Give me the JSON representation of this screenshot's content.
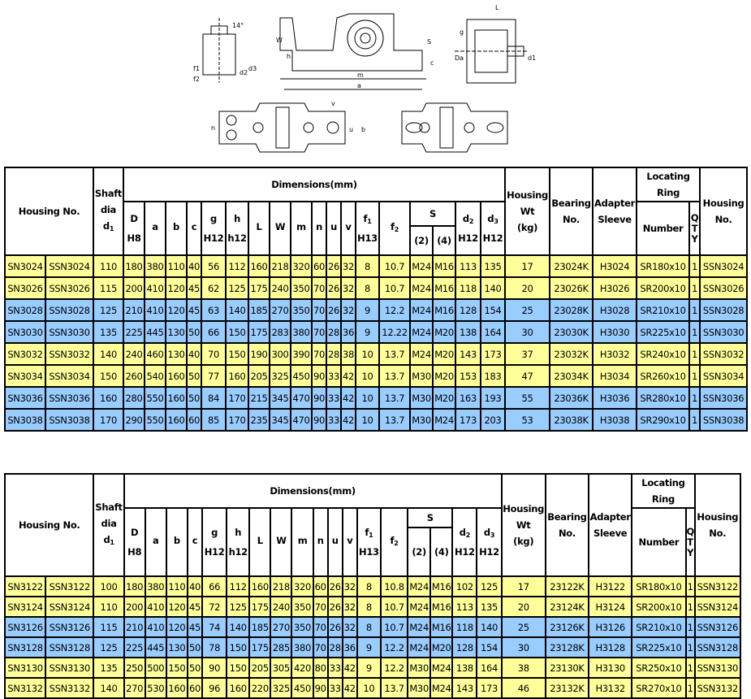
{
  "colors": {
    "yellow": "#ffff99",
    "blue": "#99ccff"
  },
  "drawing_labels": [
    "L",
    "W",
    "h",
    "m",
    "a",
    "S",
    "g",
    "c",
    "Da",
    "d1",
    "d2",
    "d3",
    "f1",
    "f2",
    "n",
    "u",
    "v",
    "b",
    "14°"
  ],
  "headers": {
    "housing_no_t1": "Housing No.",
    "housing_no_t2": "Housing No.",
    "shaft": [
      "Shaft",
      "dia",
      "d",
      "1"
    ],
    "dimensions": "Dimensions(mm)",
    "dim_cols": [
      {
        "m": "D",
        "s": "",
        "l": "H8"
      },
      {
        "m": "a",
        "s": "",
        "l": ""
      },
      {
        "m": "b",
        "s": "",
        "l": ""
      },
      {
        "m": "c",
        "s": "",
        "l": ""
      },
      {
        "m": "g",
        "s": "",
        "l": "H12"
      },
      {
        "m": "h",
        "s": "",
        "l": "h12"
      },
      {
        "m": "L",
        "s": "",
        "l": ""
      },
      {
        "m": "W",
        "s": "",
        "l": ""
      },
      {
        "m": "m",
        "s": "",
        "l": ""
      },
      {
        "m": "n",
        "s": "",
        "l": ""
      },
      {
        "m": "u",
        "s": "",
        "l": ""
      },
      {
        "m": "v",
        "s": "",
        "l": ""
      },
      {
        "m": "f",
        "s": "1",
        "l": "H13"
      },
      {
        "m": "f",
        "s": "2",
        "l": ""
      }
    ],
    "s": "S",
    "s2": "(2)",
    "s4": "(4)",
    "d2": {
      "m": "d",
      "s": "2",
      "l": "H12"
    },
    "d3": {
      "m": "d",
      "s": "3",
      "l": "H12"
    },
    "weight": [
      "Housing",
      "Wt",
      "(kg)"
    ],
    "bearing": [
      "Bearing",
      "No."
    ],
    "adapter": [
      "Adapter",
      "Sleeve"
    ],
    "locating_ring": [
      "Locating",
      "Ring"
    ],
    "number": "Number",
    "qty": [
      "Q",
      "T",
      "Y"
    ],
    "housing_last": [
      "Housing",
      "No."
    ]
  },
  "tables": [
    {
      "rows": [
        {
          "color": "yellow",
          "cells": [
            "SN3024",
            "SSN3024",
            "110",
            "180",
            "380",
            "110",
            "40",
            "56",
            "112",
            "160",
            "218",
            "320",
            "60",
            "26",
            "32",
            "8",
            "10.7",
            "M24",
            "M16",
            "113",
            "135",
            "17",
            "23024K",
            "H3024",
            "SR180x10",
            "1",
            "SSN3024"
          ]
        },
        {
          "color": "yellow",
          "cells": [
            "SN3026",
            "SSN3026",
            "115",
            "200",
            "410",
            "120",
            "45",
            "62",
            "125",
            "175",
            "240",
            "350",
            "70",
            "26",
            "32",
            "8",
            "10.7",
            "M24",
            "M16",
            "118",
            "140",
            "20",
            "23026K",
            "H3026",
            "SR200x10",
            "1",
            "SSN3026"
          ]
        },
        {
          "color": "blue",
          "cells": [
            "SN3028",
            "SSN3028",
            "125",
            "210",
            "410",
            "120",
            "45",
            "63",
            "140",
            "185",
            "270",
            "350",
            "70",
            "26",
            "32",
            "9",
            "12.2",
            "M24",
            "M16",
            "128",
            "154",
            "25",
            "23028K",
            "H3028",
            "SR210x10",
            "1",
            "SSN3028"
          ]
        },
        {
          "color": "blue",
          "cells": [
            "SN3030",
            "SSN3030",
            "135",
            "225",
            "445",
            "130",
            "50",
            "66",
            "150",
            "175",
            "283",
            "380",
            "70",
            "28",
            "36",
            "9",
            "12.22",
            "M24",
            "M20",
            "138",
            "164",
            "30",
            "23030K",
            "H3030",
            "SR225x10",
            "1",
            "SSN3030"
          ]
        },
        {
          "color": "yellow",
          "cells": [
            "SN3032",
            "SSN3032",
            "140",
            "240",
            "460",
            "130",
            "40",
            "70",
            "150",
            "190",
            "300",
            "390",
            "70",
            "28",
            "38",
            "10",
            "13.7",
            "M24",
            "M20",
            "143",
            "173",
            "37",
            "23032K",
            "H3032",
            "SR240x10",
            "1",
            "SSN3032"
          ]
        },
        {
          "color": "yellow",
          "cells": [
            "SN3034",
            "SSN3034",
            "150",
            "260",
            "540",
            "160",
            "50",
            "77",
            "160",
            "205",
            "325",
            "450",
            "90",
            "33",
            "42",
            "10",
            "13.7",
            "M30",
            "M20",
            "153",
            "183",
            "47",
            "23034K",
            "H3034",
            "SR260x10",
            "1",
            "SSN3034"
          ]
        },
        {
          "color": "blue",
          "cells": [
            "SN3036",
            "SSN3036",
            "160",
            "280",
            "550",
            "160",
            "50",
            "84",
            "170",
            "215",
            "345",
            "470",
            "90",
            "33",
            "42",
            "10",
            "13.7",
            "M30",
            "M20",
            "163",
            "193",
            "55",
            "23036K",
            "H3036",
            "SR280x10",
            "1",
            "SSN3036"
          ]
        },
        {
          "color": "blue",
          "cells": [
            "SN3038",
            "SSN3038",
            "170",
            "290",
            "550",
            "160",
            "60",
            "85",
            "170",
            "235",
            "345",
            "470",
            "90",
            "33",
            "42",
            "10",
            "13.7",
            "M30",
            "M24",
            "173",
            "203",
            "53",
            "23038K",
            "H3038",
            "SR290x10",
            "1",
            "SSN3038"
          ]
        }
      ]
    },
    {
      "rows": [
        {
          "color": "yellow",
          "cells": [
            "SN3122",
            "SSN3122",
            "100",
            "180",
            "380",
            "110",
            "40",
            "66",
            "112",
            "160",
            "218",
            "320",
            "60",
            "26",
            "32",
            "8",
            "10.8",
            "M24",
            "M16",
            "102",
            "125",
            "17",
            "23122K",
            "H3122",
            "SR180x10",
            "1",
            "SSN3122"
          ]
        },
        {
          "color": "yellow",
          "cells": [
            "SN3124",
            "SSN3124",
            "110",
            "200",
            "410",
            "120",
            "45",
            "72",
            "125",
            "175",
            "240",
            "350",
            "70",
            "26",
            "32",
            "8",
            "10.7",
            "M24",
            "M16",
            "113",
            "135",
            "20",
            "23124K",
            "H3124",
            "SR200x10",
            "1",
            "SSN3124"
          ]
        },
        {
          "color": "blue",
          "cells": [
            "SN3126",
            "SSN3126",
            "115",
            "210",
            "410",
            "120",
            "45",
            "74",
            "140",
            "185",
            "270",
            "350",
            "70",
            "26",
            "32",
            "8",
            "10.7",
            "M24",
            "M16",
            "118",
            "140",
            "25",
            "23126K",
            "H3126",
            "SR210x10",
            "1",
            "SSN3126"
          ]
        },
        {
          "color": "blue",
          "cells": [
            "SN3128",
            "SSN3128",
            "125",
            "225",
            "445",
            "130",
            "50",
            "78",
            "150",
            "175",
            "285",
            "380",
            "70",
            "28",
            "36",
            "9",
            "12.2",
            "M24",
            "M20",
            "128",
            "154",
            "30",
            "23128K",
            "H3128",
            "SR225x10",
            "1",
            "SSN3128"
          ]
        },
        {
          "color": "yellow",
          "cells": [
            "SN3130",
            "SSN3130",
            "135",
            "250",
            "500",
            "150",
            "50",
            "90",
            "150",
            "205",
            "305",
            "420",
            "80",
            "33",
            "42",
            "9",
            "12.2",
            "M30",
            "M24",
            "138",
            "164",
            "38",
            "23130K",
            "H3130",
            "SR250x10",
            "1",
            "SSN3130"
          ]
        },
        {
          "color": "yellow",
          "cells": [
            "SN3132",
            "SSN3132",
            "140",
            "270",
            "530",
            "160",
            "60",
            "96",
            "160",
            "220",
            "325",
            "450",
            "90",
            "33",
            "42",
            "10",
            "13.7",
            "M30",
            "M24",
            "143",
            "173",
            "46",
            "23132K",
            "H3132",
            "SR270x10",
            "1",
            "SSN3132"
          ]
        }
      ]
    }
  ]
}
